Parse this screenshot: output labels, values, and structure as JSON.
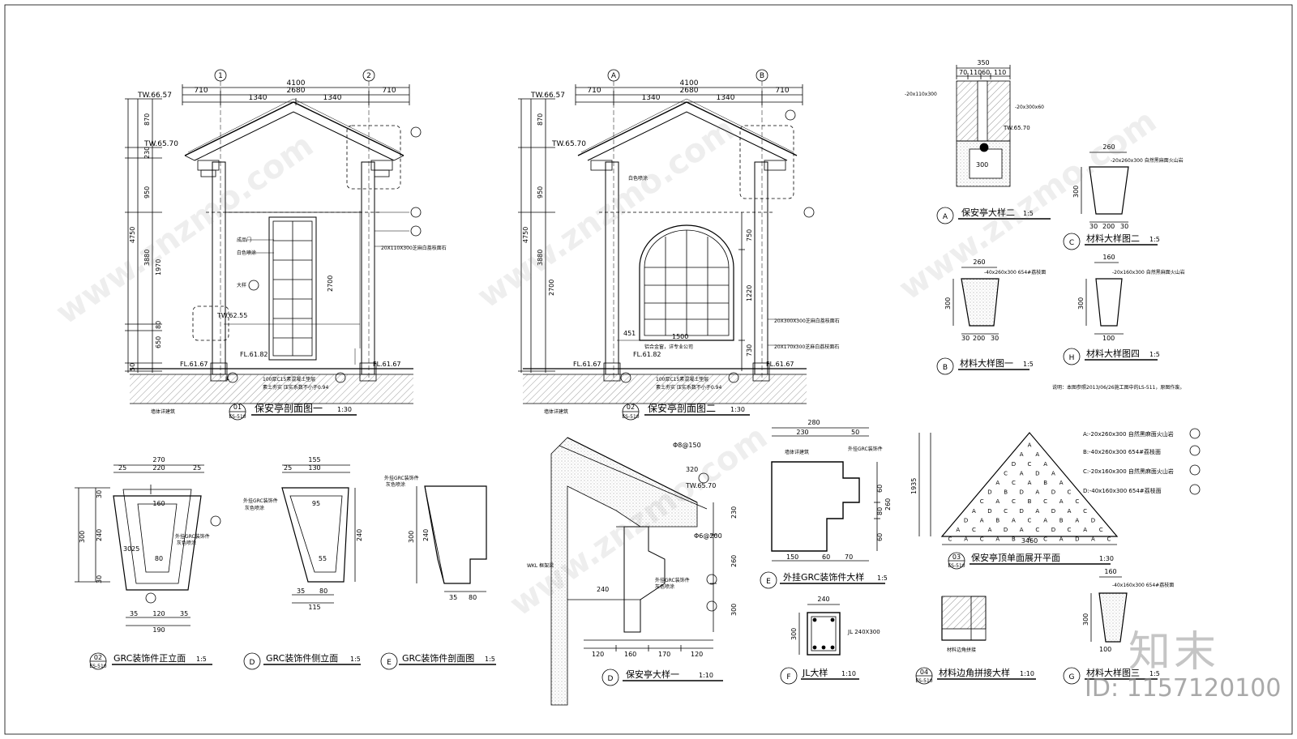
{
  "sections": {
    "s1": {
      "title": "保安亭剖面图一",
      "scale": "1:30",
      "num": "01",
      "ref": "ES-510"
    },
    "s2": {
      "title": "保安亭剖面图二",
      "scale": "1:30",
      "num": "02",
      "ref": "ES-510"
    },
    "s3": {
      "title": "GRC装饰件正立面",
      "scale": "1:5",
      "num": "02",
      "ref": "ES-510"
    },
    "s4": {
      "title": "GRC装饰件侧立面",
      "scale": "1:5",
      "num": "D"
    },
    "s5": {
      "title": "GRC装饰件剖面图",
      "scale": "1:5",
      "num": "E"
    },
    "s6": {
      "title": "保安亭大样一",
      "scale": "1:10",
      "num": "D"
    },
    "s7": {
      "title": "外挂GRC装饰件大样",
      "scale": "1:5",
      "num": "E"
    },
    "s8": {
      "title": "JL大样",
      "scale": "1:10",
      "num": "F"
    },
    "s9": {
      "title": "材料边角拼接大样",
      "scale": "1:10",
      "num": "04",
      "ref": "ES-510"
    },
    "s10": {
      "title": "保安亭大样二",
      "scale": "1:5",
      "num": "A"
    },
    "s11": {
      "title": "材料大样图一",
      "scale": "1:5",
      "num": "B"
    },
    "s12": {
      "title": "材料大样图二",
      "scale": "1:5",
      "num": "C"
    },
    "s13": {
      "title": "材料大样图四",
      "scale": "1:5",
      "num": "H"
    },
    "s14": {
      "title": "保安亭顶单面展开平面",
      "scale": "1:30",
      "num": "03",
      "ref": "ES-510"
    },
    "s15": {
      "title": "材料大样图三",
      "scale": "1:5",
      "num": "G"
    }
  },
  "grid": {
    "g1": "1",
    "g2": "2",
    "gA": "A",
    "gB": "B"
  },
  "dims": {
    "total": "4100",
    "inner": "2680",
    "side": "710",
    "half": "1340",
    "v_870": "870",
    "v_230": "230",
    "v_950": "950",
    "v_4750": "4750",
    "v_3880": "3880",
    "v_1970": "1970",
    "v_80": "80",
    "v_650": "650",
    "v_50": "50",
    "v_2700": "2700",
    "v_750": "750",
    "v_1220": "1220",
    "v_730": "730",
    "w_451": "451",
    "w_1500": "1500",
    "g270": "270",
    "g25": "25",
    "g220": "220",
    "g160": "160",
    "g30": "30",
    "g300": "300",
    "g240": "240",
    "g80": "80",
    "g35": "35",
    "g120": "120",
    "g190": "190",
    "g3025": "3025",
    "s155": "155",
    "s130": "130",
    "s95": "95",
    "s55": "55",
    "s115": "115",
    "d150": "Φ8@150",
    "d320": "320",
    "d260": "260",
    "d6200": "Φ6@200",
    "b120": "120",
    "b160": "160",
    "b170": "170",
    "e280": "280",
    "e230": "230",
    "e50": "50",
    "e150": "150",
    "e60": "60",
    "e70": "70",
    "j300": "300",
    "j240x300": "JL 240X300",
    "a350": "350",
    "a70": "70",
    "a110": "110",
    "a60": "60",
    "m260": "260",
    "m300": "300",
    "m30": "30",
    "m200": "200",
    "m160": "160",
    "m100": "100",
    "p3460": "3460",
    "p1935": "1935",
    "fl1": "FL.61.67",
    "fl2": "FL.61.82",
    "fl3": "FL.61.67",
    "tw1": "TW.66.57",
    "tw2": "TW.65.70",
    "tw3": "TW.62.55",
    "tw4": "TW.62.55",
    "tw5": "TW.65.70"
  },
  "notes": {
    "n_wall": "墙体详建筑",
    "n_grc": "外挂GRC装饰件",
    "n_color": "灰色喷涂",
    "n_beam1": "100厚C15素混凝土垫层",
    "n_beam2": "素土夯实 压实系数不小于0.94",
    "n_white": "白色喷涂",
    "n_door": "成品门",
    "n_window": "铝合金窗，详专业公司",
    "n_jl": "JL",
    "n_mat_a": "A:-20x260x300 自然黑麻面火山岩",
    "n_mat_b": "B:-40x260x300  654#荔枝面",
    "n_mat_c": "C:-20x160x300 自然黑麻面火山岩",
    "n_mat_d": "D:-40x160x300  654#荔枝面",
    "n_stone1": "-40x260x300  654#荔枝面",
    "n_stone2": "-20x260x300 自然黑麻面火山岩",
    "n_stone3": "-20x160x300 自然黑麻面火山岩",
    "n_stone4": "-40x160x300  654#荔枝面",
    "n_remark": "说明：本图参照2013/06/26施工图中的LS-511，原图作废。",
    "n_a1": "-20x110x300",
    "n_a2": "-20x300x60",
    "n_wkl": "WKL 框架梁",
    "n_300x300": "20X300X300芝麻白荔枝面石",
    "n_170x300": "20X170x300芝麻白荔枝面石",
    "n_110x300": "20X110X300芝麻白荔枝面石",
    "n_d": "大样",
    "n_corner": "材料边角拼接"
  },
  "pyramid_rows": [
    "A",
    "A A",
    "D C A",
    "C A D A",
    "A C A B A",
    "D B D A D C",
    "C A C B C A C",
    "A D C D A D A C",
    "D A B A C A B A D",
    "A C A D A C D C A C",
    "C A C A B A C A D A C"
  ],
  "watermark": {
    "logo": "知末",
    "id": "ID: 1157120100",
    "site": "www.znzmo.com"
  }
}
